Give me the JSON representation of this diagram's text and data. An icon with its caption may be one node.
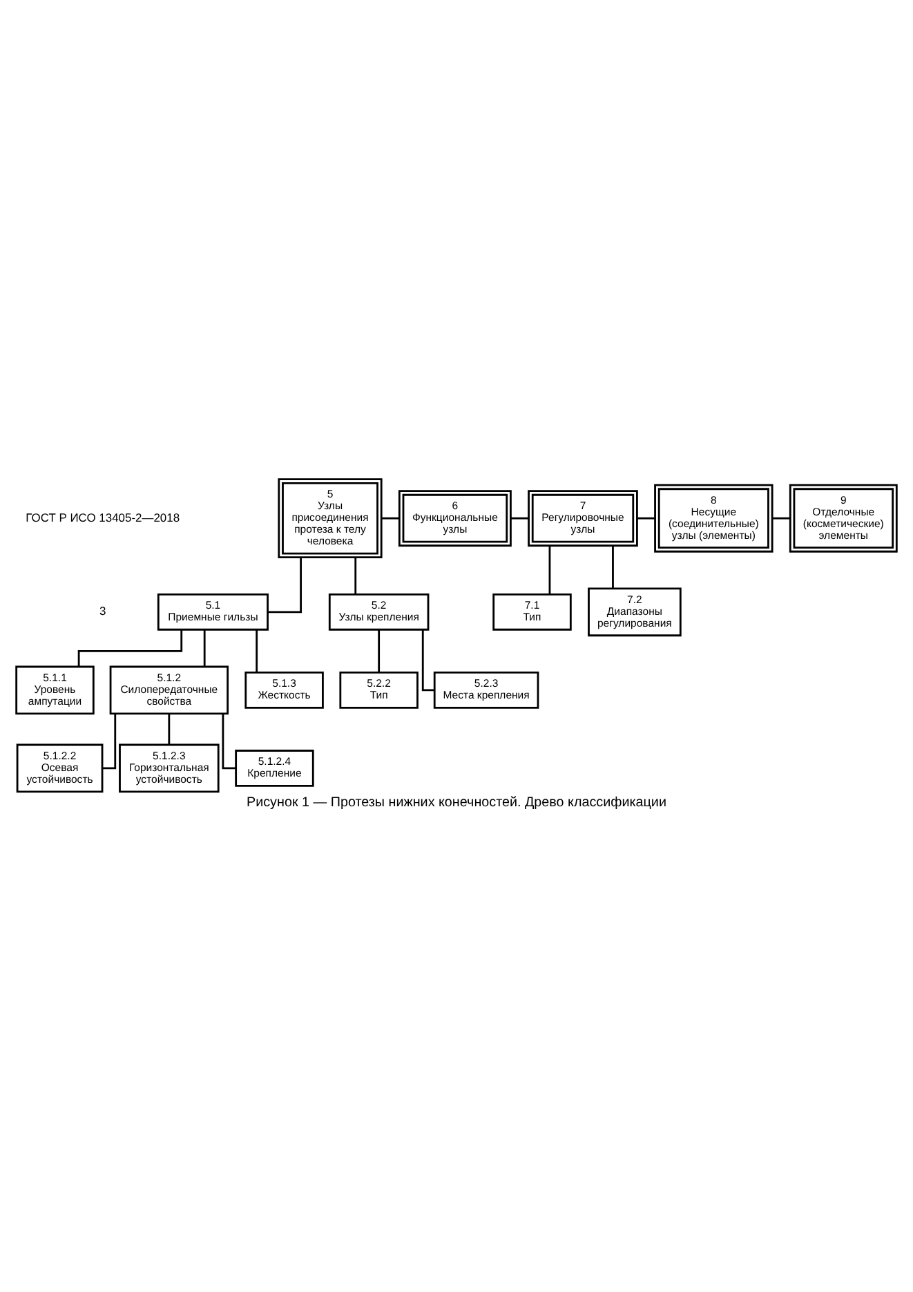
{
  "diagram": {
    "caption": "Рисунок 1 — Протезы нижних конечностей. Древо классификации",
    "nodes": [
      {
        "text": [
          "5",
          "Узлы присоединения протеза к телу человека"
        ]
      },
      {
        "text": [
          "6",
          "Функциональные узлы"
        ]
      },
      {
        "text": [
          "7",
          "Регулировочные узлы"
        ]
      },
      {
        "text": [
          "8",
          "Несущие (соединительные) узлы (элементы)"
        ]
      },
      {
        "text": [
          "9",
          "Отделочные (косметические) элементы"
        ]
      },
      {
        "text": [
          "5.1",
          "Приемные гильзы"
        ]
      },
      {
        "text": [
          "5.2",
          "Узлы крепления"
        ]
      },
      {
        "text": [
          "7.1",
          "Тип"
        ]
      },
      {
        "text": [
          "7.2",
          "Диапазоны регулирования"
        ]
      },
      {
        "text": [
          "5.1.1",
          "Уровень ампутации"
        ]
      },
      {
        "text": [
          "5.1.2",
          "Силопередаточные свойства"
        ]
      },
      {
        "text": [
          "5.1.3",
          "Жесткость"
        ]
      },
      {
        "text": [
          "5.2.2",
          "Тип"
        ]
      },
      {
        "text": [
          "5.2.3",
          "Места крепления"
        ]
      },
      {
        "text": [
          "5.1.2.2",
          "Осевая устойчивость"
        ]
      },
      {
        "text": [
          "5.1.2.3",
          "Горизонтальная устойчивость"
        ]
      },
      {
        "text": [
          "5.1.2.4",
          "Крепление"
        ]
      }
    ],
    "edges": [
      {
        "from": 0,
        "to": 1,
        "arrow": "none"
      },
      {
        "from": 1,
        "to": 2,
        "arrow": "none"
      },
      {
        "from": 2,
        "to": 3,
        "arrow": "none"
      },
      {
        "from": 3,
        "to": 4,
        "arrow": "none"
      },
      {
        "from": 0,
        "to": 5,
        "arrow": "none"
      },
      {
        "from": 0,
        "to": 6,
        "arrow": "none"
      },
      {
        "from": 2,
        "to": 7,
        "arrow": "none"
      },
      {
        "from": 2,
        "to": 8,
        "arrow": "none"
      },
      {
        "from": 5,
        "to": 9,
        "arrow": "none"
      },
      {
        "from": 5,
        "to": 10,
        "arrow": "none"
      },
      {
        "from": 5,
        "to": 11,
        "arrow": "none"
      },
      {
        "from": 6,
        "to": 12,
        "arrow": "none"
      },
      {
        "from": 6,
        "to": 13,
        "arrow": "none"
      },
      {
        "from": 10,
        "to": 14,
        "arrow": "none"
      },
      {
        "from": 10,
        "to": 15,
        "arrow": "none"
      },
      {
        "from": 10,
        "to": 16,
        "arrow": "none"
      }
    ],
    "labels": [
      "ГОСТ Р ИСО 13405-2—2018",
      "3"
    ]
  }
}
